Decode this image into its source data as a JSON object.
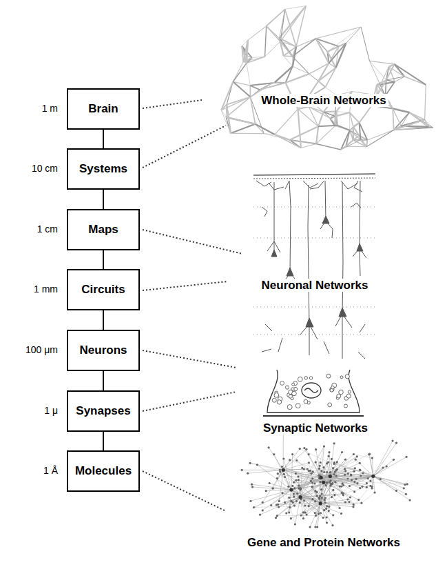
{
  "diagram": {
    "nodes": [
      {
        "text": [
          "Brain"
        ]
      },
      {
        "text": [
          "Systems"
        ]
      },
      {
        "text": [
          "Maps"
        ]
      },
      {
        "text": [
          "Circuits"
        ]
      },
      {
        "text": [
          "Neurons"
        ]
      },
      {
        "text": [
          "Synapses"
        ]
      },
      {
        "text": [
          "Molecules"
        ]
      }
    ],
    "edges": [
      {
        "from": 0,
        "to": 1,
        "arrow": "none"
      },
      {
        "from": 1,
        "to": 2,
        "arrow": "none"
      },
      {
        "from": 2,
        "to": 3,
        "arrow": "none"
      },
      {
        "from": 3,
        "to": 4,
        "arrow": "none"
      },
      {
        "from": 4,
        "to": 5,
        "arrow": "none"
      },
      {
        "from": 5,
        "to": 6,
        "arrow": "none"
      }
    ],
    "labels": [
      "1 m",
      "10 cm",
      "1 cm",
      "1 mm",
      "100 μm",
      "1 μ",
      "1 Å",
      "Whole-Brain Networks",
      "Neuronal Networks",
      "Synaptic Networks",
      "Gene and Protein Networks"
    ]
  }
}
